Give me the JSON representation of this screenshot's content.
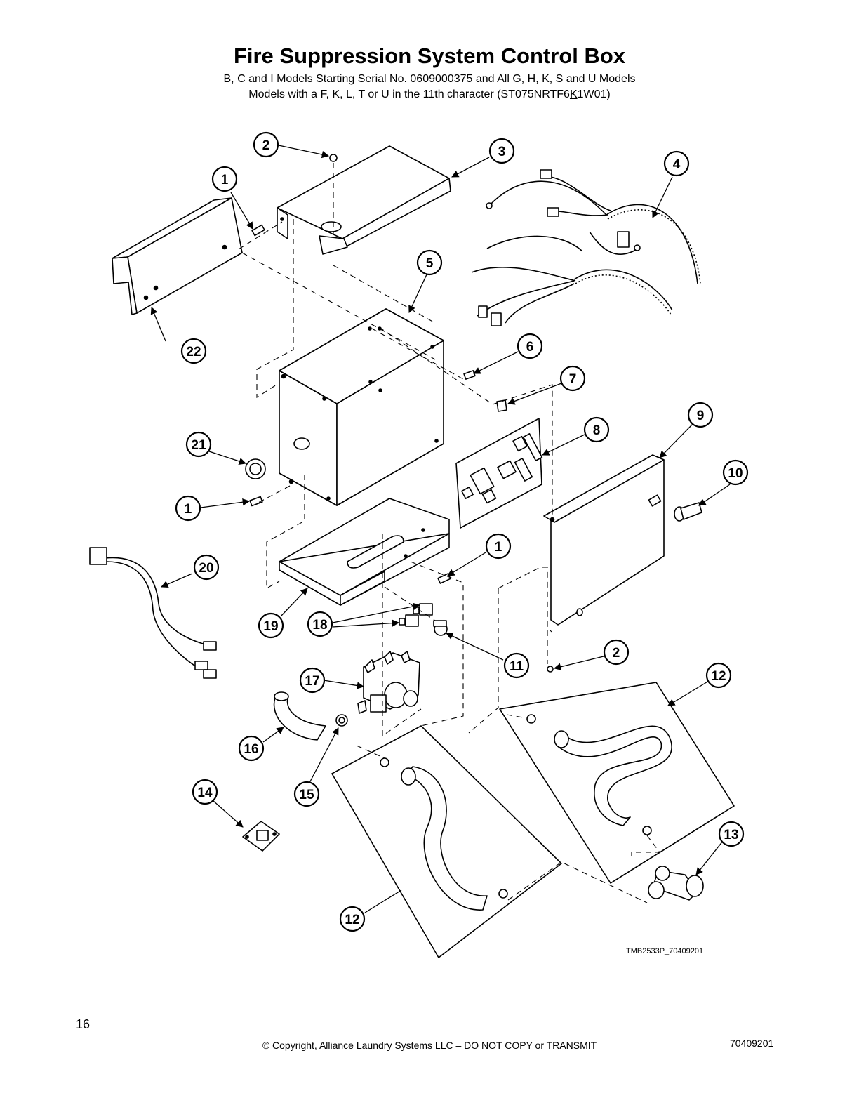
{
  "header": {
    "title": "Fire Suppression System Control Box",
    "subtitle_line1": "B, C and I Models Starting Serial No. 0609000375 and All G, H, K, S and U Models",
    "subtitle_line2_pre": "Models with a F, K, L, T or U in the 11th character (ST075NRTF6",
    "subtitle_line2_u": "K",
    "subtitle_line2_post": "1W01)"
  },
  "callouts": [
    "1",
    "2",
    "3",
    "4",
    "5",
    "6",
    "7",
    "8",
    "9",
    "10",
    "11",
    "12",
    "13",
    "14",
    "15",
    "16",
    "17",
    "18",
    "19",
    "20",
    "21",
    "22"
  ],
  "diagram_ref": "TMB2533P_70409201",
  "footer": {
    "page_number": "16",
    "copyright": "© Copyright, Alliance Laundry Systems LLC – DO NOT COPY or TRANSMIT",
    "doc_number": "70409201"
  }
}
